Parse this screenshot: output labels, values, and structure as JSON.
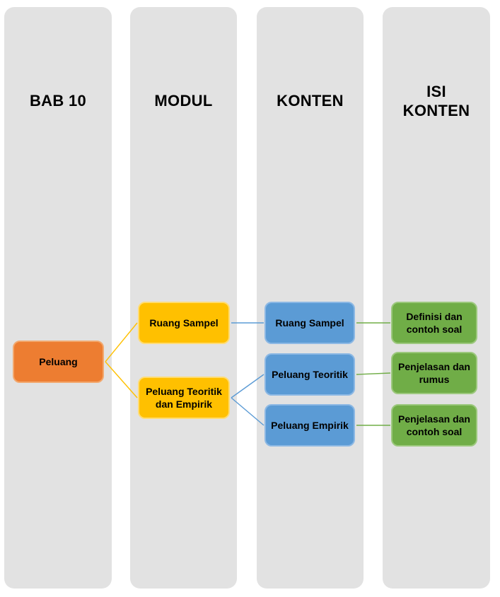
{
  "diagram": {
    "type": "hierarchy-map",
    "columns": [
      {
        "id": "bab10",
        "header": "BAB 10"
      },
      {
        "id": "modul",
        "header": "MODUL"
      },
      {
        "id": "konten",
        "header": "KONTEN"
      },
      {
        "id": "isi-konten",
        "header": "ISI\nKONTEN"
      }
    ],
    "nodes": [
      {
        "id": "peluang",
        "label": "Peluang",
        "color": "orange"
      },
      {
        "id": "modul-ruang-sampel",
        "label": "Ruang Sampel",
        "color": "yellow"
      },
      {
        "id": "modul-peluang-teoritik-empirik",
        "label": "Peluang Teoritik\ndan Empirik",
        "color": "yellow"
      },
      {
        "id": "konten-ruang-sampel",
        "label": "Ruang Sampel",
        "color": "blue"
      },
      {
        "id": "konten-peluang-teoritik",
        "label": "Peluang Teoritik",
        "color": "blue"
      },
      {
        "id": "konten-peluang-empirik",
        "label": "Peluang Empirik",
        "color": "blue"
      },
      {
        "id": "isi-definisi-contoh-soal",
        "label": "Definisi dan\ncontoh soal",
        "color": "green"
      },
      {
        "id": "isi-penjelasan-rumus",
        "label": "Penjelasan dan\nrumus",
        "color": "green"
      },
      {
        "id": "isi-penjelasan-contoh-soal",
        "label": "Penjelasan dan\ncontoh soal",
        "color": "green"
      }
    ],
    "edges": [
      {
        "from": "peluang",
        "to": "modul-ruang-sampel",
        "color": "yellow"
      },
      {
        "from": "peluang",
        "to": "modul-peluang-teoritik-empirik",
        "color": "yellow"
      },
      {
        "from": "modul-ruang-sampel",
        "to": "konten-ruang-sampel",
        "color": "blue"
      },
      {
        "from": "modul-peluang-teoritik-empirik",
        "to": "konten-peluang-teoritik",
        "color": "blue"
      },
      {
        "from": "modul-peluang-teoritik-empirik",
        "to": "konten-peluang-empirik",
        "color": "blue"
      },
      {
        "from": "konten-ruang-sampel",
        "to": "isi-definisi-contoh-soal",
        "color": "green"
      },
      {
        "from": "konten-peluang-teoritik",
        "to": "isi-penjelasan-rumus",
        "color": "green"
      },
      {
        "from": "konten-peluang-empirik",
        "to": "isi-penjelasan-contoh-soal",
        "color": "green"
      }
    ]
  },
  "colors": {
    "column_bg": "#E2E2E2",
    "text": "#000000",
    "orange": "#ED7D31",
    "orange_border": "#F2A86E",
    "yellow": "#FFC000",
    "yellow_border": "#FFDC73",
    "blue": "#5B9BD5",
    "blue_border": "#8CB8E4",
    "green": "#70AD47",
    "green_border": "#9CC87D"
  }
}
